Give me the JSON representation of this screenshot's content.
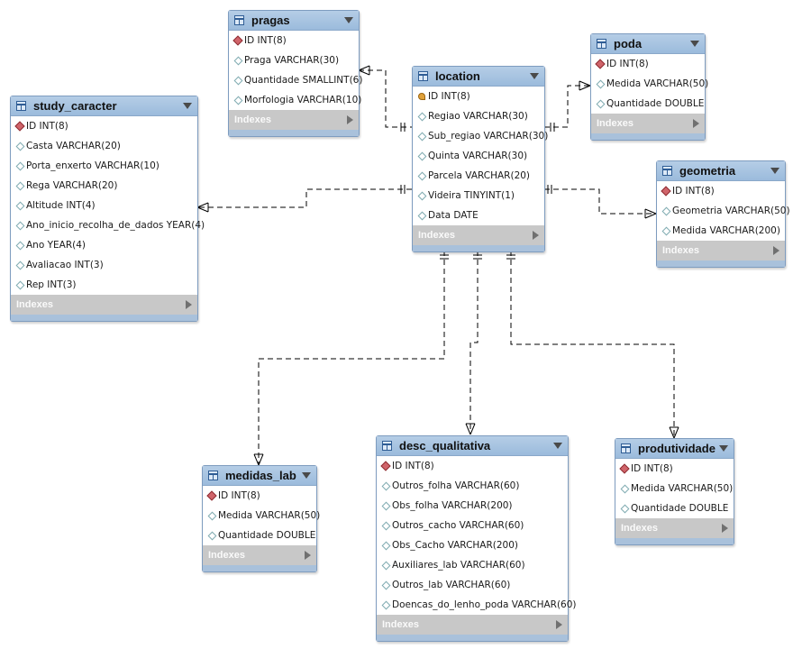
{
  "tables": [
    {
      "id": "pragas",
      "name": "pragas",
      "indexes_label": "Indexes",
      "columns": [
        {
          "text": "ID INT(8)",
          "kind": "pk"
        },
        {
          "text": "Praga VARCHAR(30)",
          "kind": "col"
        },
        {
          "text": "Quantidade SMALLINT(6)",
          "kind": "col"
        },
        {
          "text": "Morfologia VARCHAR(10)",
          "kind": "col"
        }
      ]
    },
    {
      "id": "poda",
      "name": "poda",
      "indexes_label": "Indexes",
      "columns": [
        {
          "text": "ID INT(8)",
          "kind": "pk"
        },
        {
          "text": "Medida VARCHAR(50)",
          "kind": "col"
        },
        {
          "text": "Quantidade DOUBLE",
          "kind": "col"
        }
      ]
    },
    {
      "id": "location",
      "name": "location",
      "indexes_label": "Indexes",
      "columns": [
        {
          "text": "ID INT(8)",
          "kind": "key"
        },
        {
          "text": "Regiao VARCHAR(30)",
          "kind": "col"
        },
        {
          "text": "Sub_regiao VARCHAR(30)",
          "kind": "col"
        },
        {
          "text": "Quinta VARCHAR(30)",
          "kind": "col"
        },
        {
          "text": "Parcela VARCHAR(20)",
          "kind": "col"
        },
        {
          "text": "Videira TINYINT(1)",
          "kind": "col"
        },
        {
          "text": "Data DATE",
          "kind": "col"
        }
      ]
    },
    {
      "id": "study_caracter",
      "name": "study_caracter",
      "indexes_label": "Indexes",
      "columns": [
        {
          "text": "ID INT(8)",
          "kind": "pk"
        },
        {
          "text": "Casta VARCHAR(20)",
          "kind": "col"
        },
        {
          "text": "Porta_enxerto VARCHAR(10)",
          "kind": "col"
        },
        {
          "text": "Rega VARCHAR(20)",
          "kind": "col"
        },
        {
          "text": "Altitude INT(4)",
          "kind": "col"
        },
        {
          "text": "Ano_inicio_recolha_de_dados YEAR(4)",
          "kind": "col"
        },
        {
          "text": "Ano YEAR(4)",
          "kind": "col"
        },
        {
          "text": "Avaliacao INT(3)",
          "kind": "col"
        },
        {
          "text": "Rep INT(3)",
          "kind": "col"
        }
      ]
    },
    {
      "id": "geometria",
      "name": "geometria",
      "indexes_label": "Indexes",
      "columns": [
        {
          "text": "ID INT(8)",
          "kind": "pk"
        },
        {
          "text": "Geometria VARCHAR(50)",
          "kind": "col"
        },
        {
          "text": "Medida VARCHAR(200)",
          "kind": "col"
        }
      ]
    },
    {
      "id": "medidas_lab",
      "name": "medidas_lab",
      "indexes_label": "Indexes",
      "columns": [
        {
          "text": "ID INT(8)",
          "kind": "pk"
        },
        {
          "text": "Medida VARCHAR(50)",
          "kind": "col"
        },
        {
          "text": "Quantidade DOUBLE",
          "kind": "col"
        }
      ]
    },
    {
      "id": "desc_qualitativa",
      "name": "desc_qualitativa",
      "indexes_label": "Indexes",
      "columns": [
        {
          "text": "ID INT(8)",
          "kind": "pk"
        },
        {
          "text": "Outros_folha VARCHAR(60)",
          "kind": "col"
        },
        {
          "text": "Obs_folha VARCHAR(200)",
          "kind": "col"
        },
        {
          "text": "Outros_cacho VARCHAR(60)",
          "kind": "col"
        },
        {
          "text": "Obs_Cacho VARCHAR(200)",
          "kind": "col"
        },
        {
          "text": "Auxiliares_lab VARCHAR(60)",
          "kind": "col"
        },
        {
          "text": "Outros_lab VARCHAR(60)",
          "kind": "col"
        },
        {
          "text": "Doencas_do_lenho_poda VARCHAR(60)",
          "kind": "col"
        }
      ]
    },
    {
      "id": "produtividade",
      "name": "produtividade",
      "indexes_label": "Indexes",
      "columns": [
        {
          "text": "ID INT(8)",
          "kind": "pk"
        },
        {
          "text": "Medida VARCHAR(50)",
          "kind": "col"
        },
        {
          "text": "Quantidade DOUBLE",
          "kind": "col"
        }
      ]
    }
  ],
  "relationships": [
    {
      "from": "location",
      "to": "pragas",
      "from_card": "one",
      "to_card": "many"
    },
    {
      "from": "location",
      "to": "poda",
      "from_card": "one",
      "to_card": "many"
    },
    {
      "from": "location",
      "to": "study_caracter",
      "from_card": "one",
      "to_card": "many"
    },
    {
      "from": "location",
      "to": "geometria",
      "from_card": "one",
      "to_card": "many"
    },
    {
      "from": "location",
      "to": "medidas_lab",
      "from_card": "one",
      "to_card": "many"
    },
    {
      "from": "location",
      "to": "desc_qualitativa",
      "from_card": "one",
      "to_card": "many"
    },
    {
      "from": "location",
      "to": "produtividade",
      "from_card": "one",
      "to_card": "many"
    }
  ],
  "colors": {
    "header": "#9bbbdc",
    "indexes_bar": "#c8c8c8",
    "border": "#7e9cbf",
    "pk_icon": "#d0646a",
    "key_icon": "#e0a13a",
    "line": "#000000"
  },
  "icons": {
    "table": "table-icon",
    "pk": "primary-key-icon",
    "key": "key-icon",
    "column": "column-diamond-icon",
    "collapse": "collapse-caret-icon",
    "indexes": "indexes-expand-arrow-icon"
  }
}
